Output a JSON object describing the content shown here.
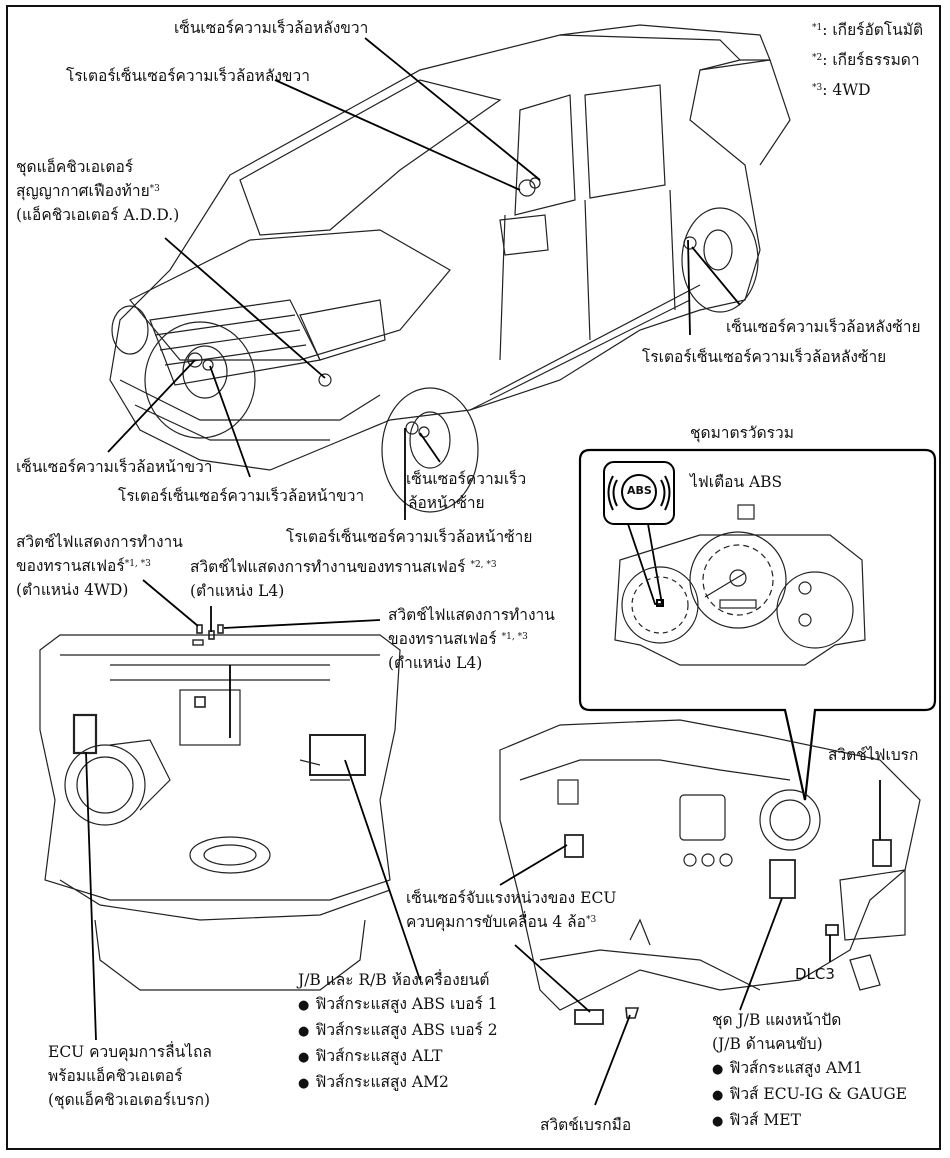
{
  "legend": [
    {
      "mark": "*1",
      "text": ": เกียร์อัตโนมัติ"
    },
    {
      "mark": "*2",
      "text": ": เกียร์ธรรมดา"
    },
    {
      "mark": "*3",
      "text": ": 4WD"
    }
  ],
  "labels": {
    "rear_right_sensor": "เซ็นเซอร์ความเร็วล้อหลังขวา",
    "rear_right_rotor": "โรเตอร์เซ็นเซอร์ความเร็วล้อหลังขวา",
    "add_actuator_line1": "ชุดแอ็คชิวเอเตอร์",
    "add_actuator_line2": "สุญญากาศเฟืองท้าย",
    "add_actuator_mark": "*3",
    "add_actuator_line3": "(แอ็คชิวเอเตอร์ A.D.D.)",
    "rear_left_sensor": "เซ็นเซอร์ความเร็วล้อหลังซ้าย",
    "rear_left_rotor": "โรเตอร์เซ็นเซอร์ความเร็วล้อหลังซ้าย",
    "front_right_sensor": "เซ็นเซอร์ความเร็วล้อหน้าขวา",
    "front_right_rotor": "โรเตอร์เซ็นเซอร์ความเร็วล้อหน้าขวา",
    "front_left_sensor_line1": "เซ็นเซอร์ความเร็ว",
    "front_left_sensor_line2": "ล้อหน้าซ้าย",
    "front_left_rotor": "โรเตอร์เซ็นเซอร์ความเร็วล้อหน้าซ้าย",
    "combination_meter": "ชุดมาตรวัดรวม",
    "abs_warning_light": "ไฟเตือน ABS",
    "abs_icon_text": "ABS",
    "transfer_4wd_line1": "สวิตช์ไฟแสดงการทำงาน",
    "transfer_4wd_line2": "ของทรานสเฟอร์",
    "transfer_4wd_mark": "*1, *3",
    "transfer_4wd_line3": "(ตำแหน่ง 4WD)",
    "transfer_l4_mt_line1": "สวิตช์ไฟแสดงการทำงานของทรานสเฟอร์",
    "transfer_l4_mt_mark": "*2, *3",
    "transfer_l4_mt_line2": "(ตำแหน่ง L4)",
    "transfer_l4_at_line1": "สวิตช์ไฟแสดงการทำงาน",
    "transfer_l4_at_line2": "ของทรานสเฟอร์",
    "transfer_l4_at_mark": "*1, *3",
    "transfer_l4_at_line3": "(ตำแหน่ง L4)",
    "stop_light_switch": "สวิตช์ไฟเบรก",
    "yaw_sensor_line1": "เซ็นเซอร์จับแรงหน่วงของ ECU",
    "yaw_sensor_line2": "ควบคุมการขับเคลื่อน 4 ล้อ",
    "yaw_sensor_mark": "*3",
    "dlc3": "DLC3",
    "parking_brake_switch": "สวิตช์เบรกมือ",
    "skid_ecu_line1": "ECU ควบคุมการลื่นไถล",
    "skid_ecu_line2": "พร้อมแอ็คชิวเอเตอร์",
    "skid_ecu_line3": "(ชุดแอ็คชิวเอเตอร์เบรก)"
  },
  "engine_room_jb": {
    "title": "J/B และ R/B ห้องเครื่องยนต์",
    "items": [
      "ฟิวส์กระแสสูง ABS เบอร์ 1",
      "ฟิวส์กระแสสูง ABS เบอร์ 2",
      "ฟิวส์กระแสสูง ALT",
      "ฟิวส์กระแสสูง AM2"
    ]
  },
  "instrument_panel_jb": {
    "title_line1": "ชุด J/B แผงหน้าปัด",
    "title_line2": "(J/B ด้านคนขับ)",
    "items": [
      "ฟิวส์กระแสสูง AM1",
      "ฟิวส์ ECU-IG & GAUGE",
      "ฟิวส์ MET"
    ]
  }
}
